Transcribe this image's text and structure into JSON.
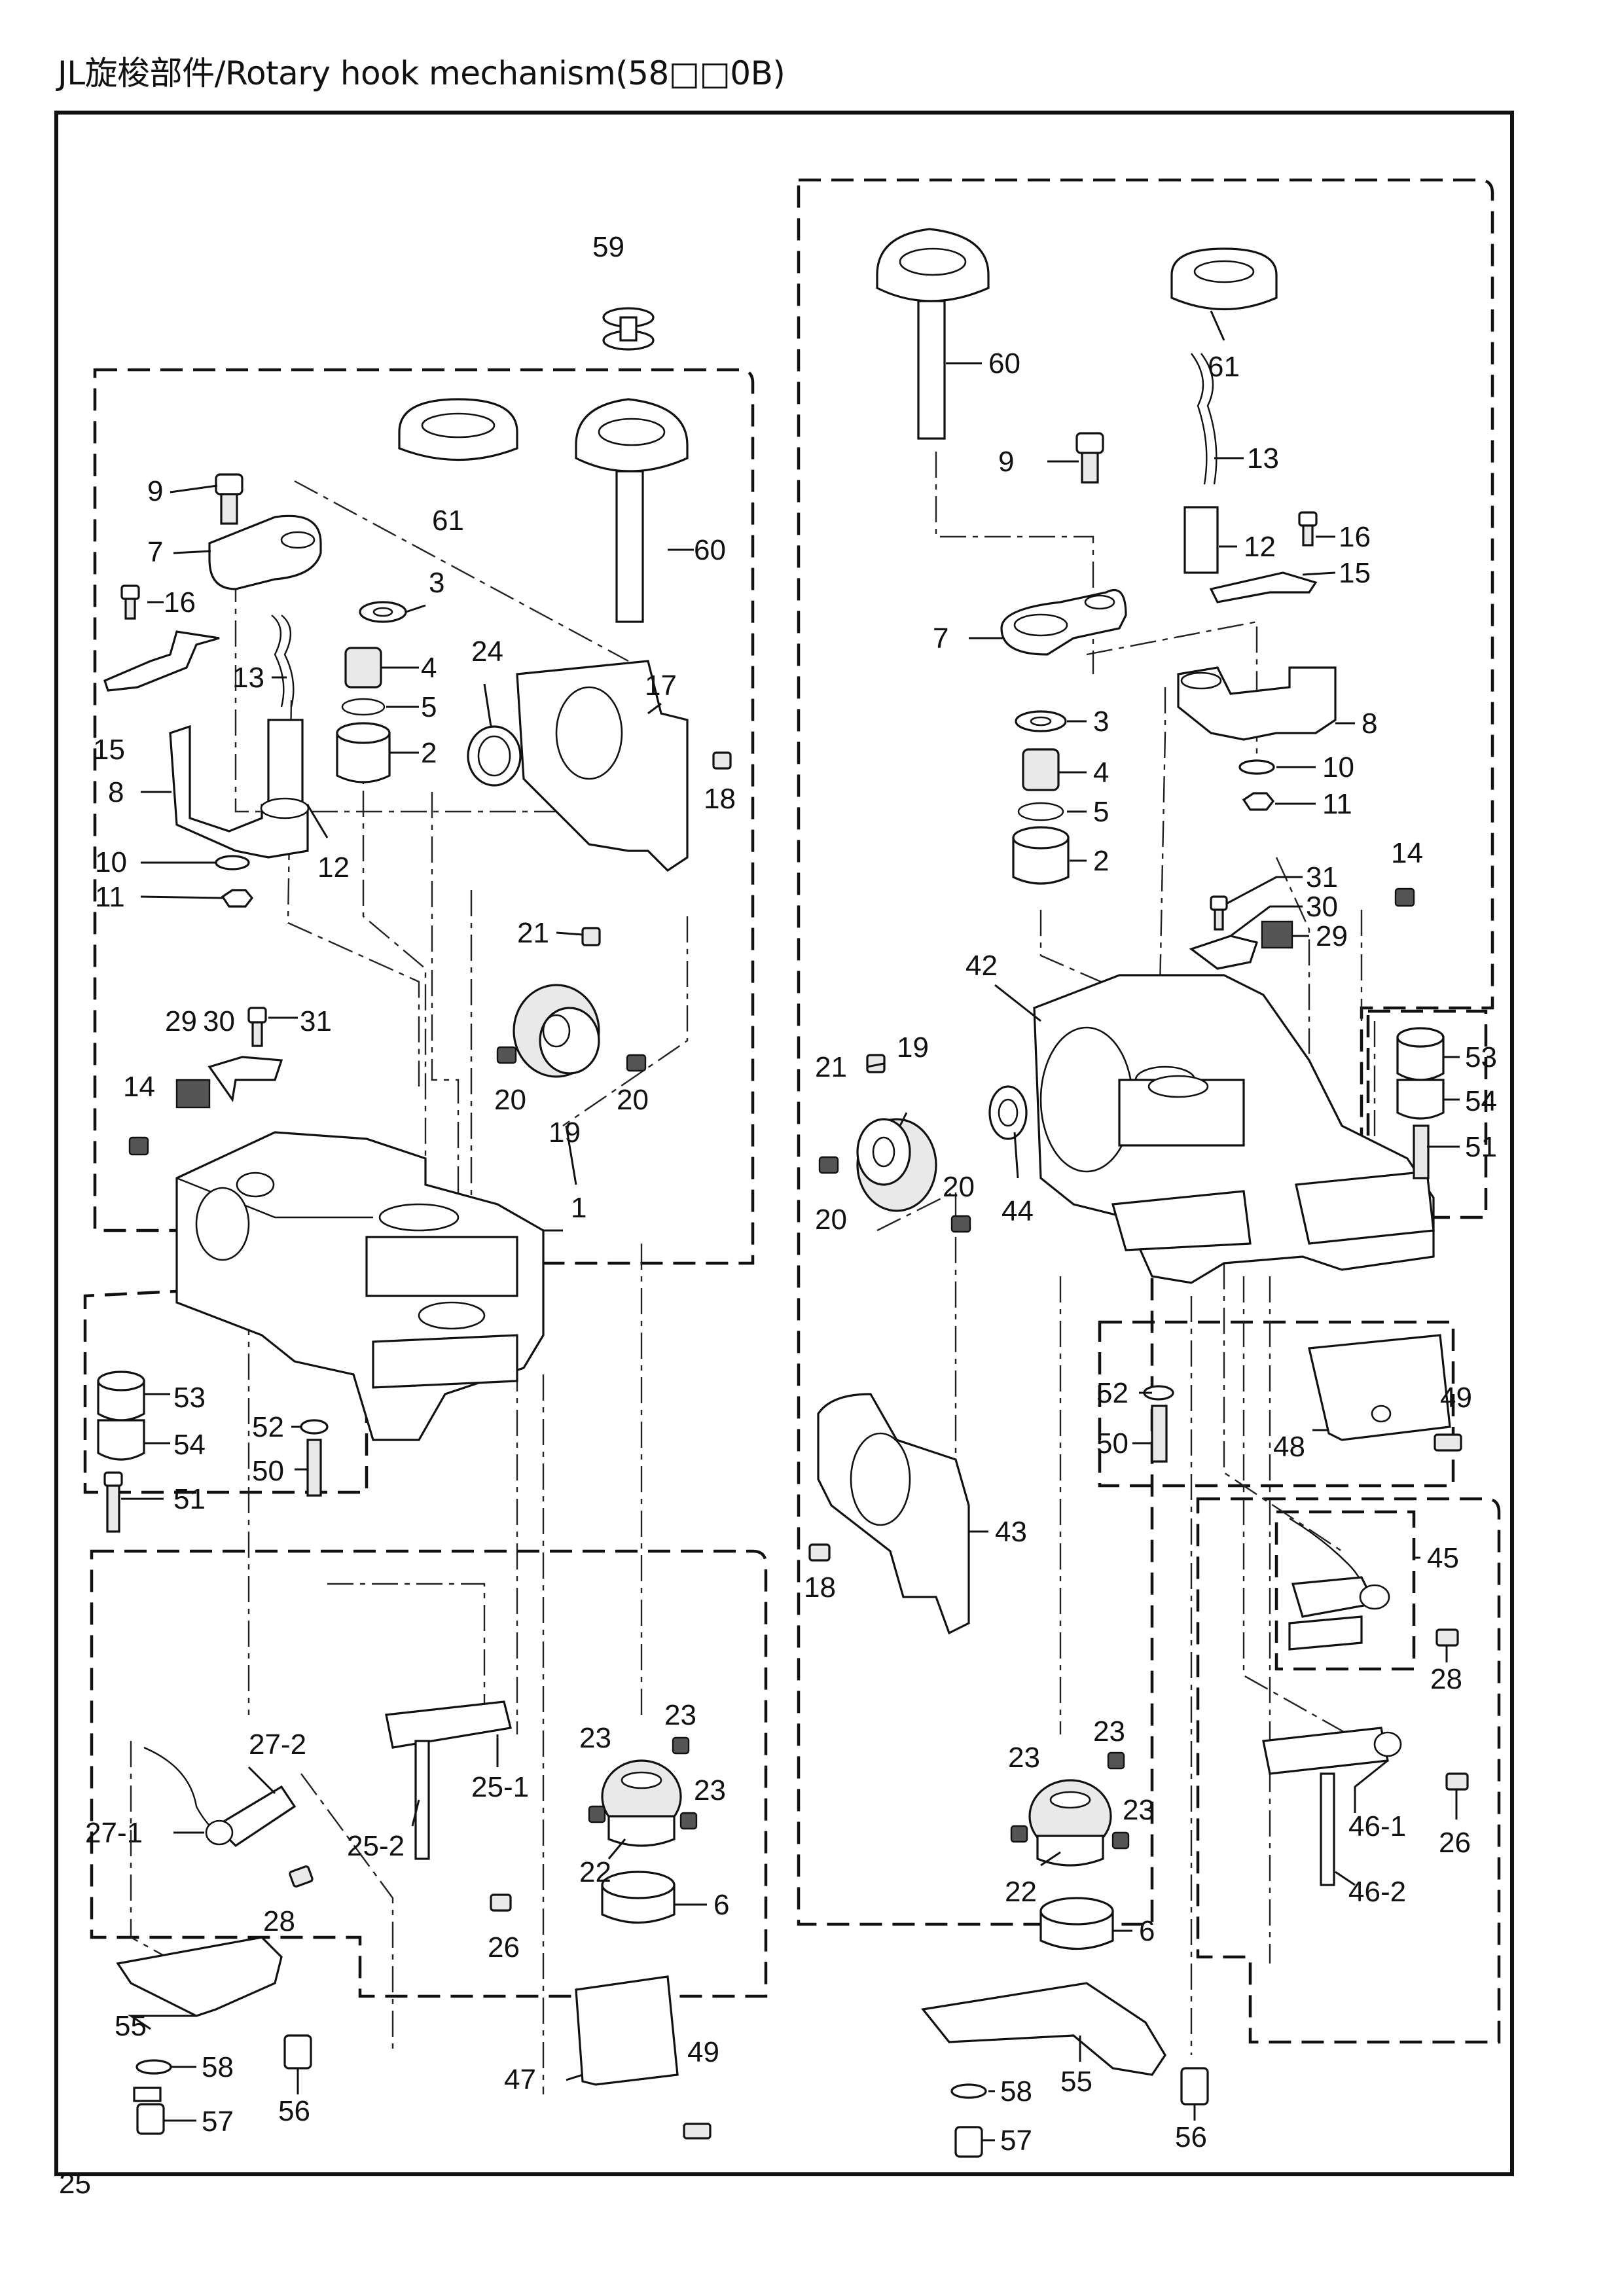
{
  "header": {
    "title": "JL旋梭部件/Rotary hook mechanism(58□□0B)"
  },
  "footer": {
    "page_number": "25"
  },
  "labels": {
    "l_59": "59",
    "l_61": "61",
    "l_60": "60",
    "l_9": "9",
    "l_7": "7",
    "l_16": "16",
    "l_3": "3",
    "l_13": "13",
    "l_4": "4",
    "l_5": "5",
    "l_15": "15",
    "l_2": "2",
    "l_24": "24",
    "l_17": "17",
    "l_18": "18",
    "l_8": "8",
    "l_12": "12",
    "l_10": "10",
    "l_11": "11",
    "l_21": "21",
    "l_29": "29",
    "l_30": "30",
    "l_31": "31",
    "l_14": "14",
    "l_20a": "20",
    "l_20b": "20",
    "l_19": "19",
    "l_1": "1",
    "l_53": "53",
    "l_54": "54",
    "l_52": "52",
    "l_50": "50",
    "l_51": "51",
    "l_27_2": "27-2",
    "l_27_1": "27-1",
    "l_25_1": "25-1",
    "l_25_2": "25-2",
    "l_23a": "23",
    "l_23b": "23",
    "l_23c": "23",
    "l_22": "22",
    "l_28": "28",
    "l_6": "6",
    "l_26": "26",
    "l_55": "55",
    "l_58": "58",
    "l_57": "57",
    "l_56": "56",
    "l_47": "47",
    "l_49": "49",
    "r_60": "60",
    "r_61": "61",
    "r_9": "9",
    "r_13": "13",
    "r_16": "16",
    "r_12": "12",
    "r_15": "15",
    "r_7": "7",
    "r_3": "3",
    "r_8": "8",
    "r_4": "4",
    "r_10": "10",
    "r_5": "5",
    "r_11": "11",
    "r_2": "2",
    "r_31": "31",
    "r_14": "14",
    "r_30": "30",
    "r_29": "29",
    "r_42": "42",
    "r_53": "53",
    "r_21": "21",
    "r_19": "19",
    "r_54": "54",
    "r_51": "51",
    "r_20a": "20",
    "r_20b": "20",
    "r_44": "44",
    "r_52": "52",
    "r_49": "49",
    "r_50": "50",
    "r_48": "48",
    "r_43": "43",
    "r_45": "45",
    "r_18": "18",
    "r_28": "28",
    "r_23a": "23",
    "r_23b": "23",
    "r_23c": "23",
    "r_46_1": "46-1",
    "r_26": "26",
    "r_22": "22",
    "r_46_2": "46-2",
    "r_6": "6",
    "r_58": "58",
    "r_55": "55",
    "r_57": "57",
    "r_56": "56"
  }
}
